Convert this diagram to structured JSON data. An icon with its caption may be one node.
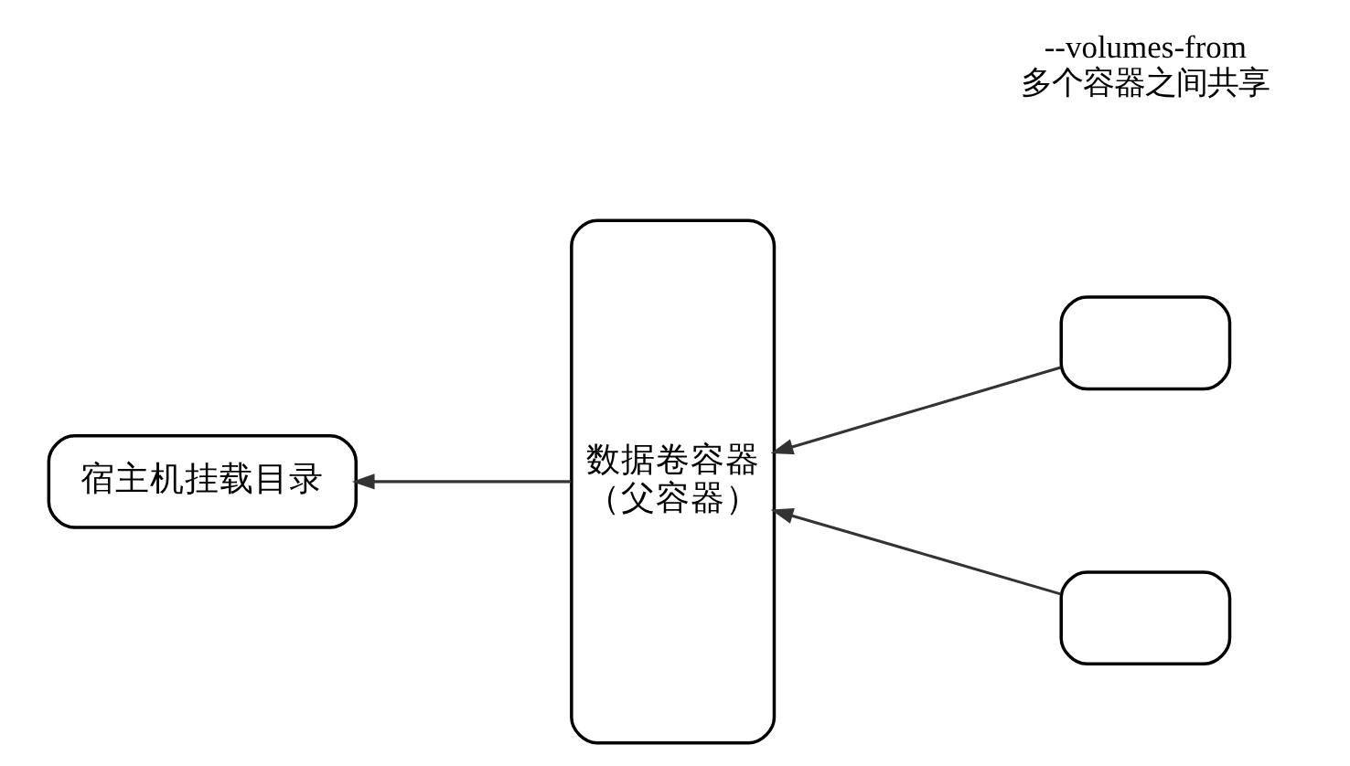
{
  "diagram": {
    "nodes": [
      {
        "text": [
          "宿主机挂载目录"
        ]
      },
      {
        "text": [
          "数据卷容器",
          "（父容器）"
        ]
      },
      {
        "text": [],
        "shape": "box"
      },
      {
        "text": [],
        "shape": "box"
      }
    ],
    "edges": [
      {
        "from": 1,
        "to": 0,
        "arrow": "to"
      },
      {
        "from": 2,
        "to": 1,
        "arrow": "to"
      },
      {
        "from": 3,
        "to": 1,
        "arrow": "to"
      }
    ],
    "labels": [
      "--volumes-from",
      "多个容器之间共享"
    ]
  }
}
